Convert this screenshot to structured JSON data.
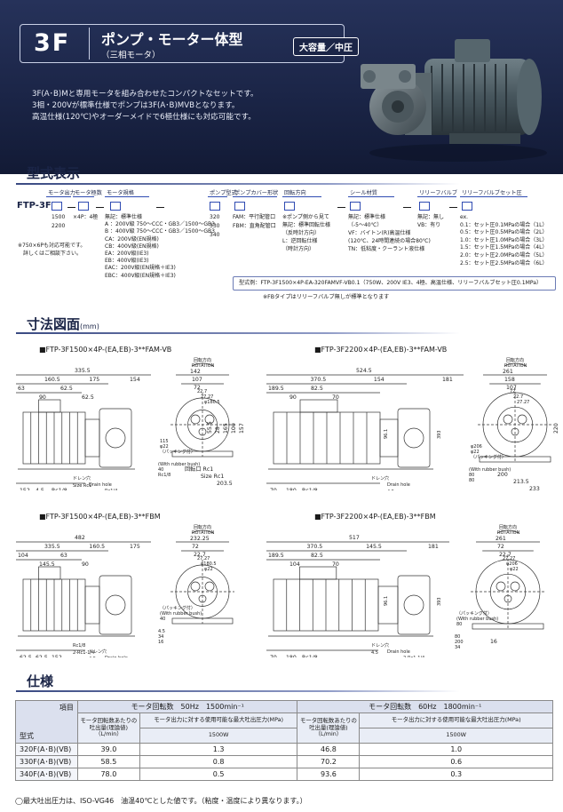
{
  "header": {
    "series": "3F",
    "title": "ポンプ・モーター体型",
    "subtitle": "（三相モータ）",
    "badge": "大容量／中圧",
    "desc1": "3F(A･B)Mと専用モータを組み合わせたコンパクトなセットです。",
    "desc2": "3相・200Vが標準仕様でポンプは3F(A･B)MVBとなります。",
    "desc3": "高温仕様(120℃)やオーダーメイドで6極仕様にも対応可能です。"
  },
  "model": {
    "section_title": "型式表示",
    "prefix": "FTP-3F",
    "labels": [
      "モータ出力",
      "モータ極数",
      "モータ規格",
      "ポンプ型式",
      "ポンプカバー形状",
      "回転方向",
      "シール材質",
      "リリーフバルブ",
      "リリーフバルブセット圧"
    ],
    "output_values": [
      "1500",
      "2200"
    ],
    "poles_value": "×4P：4極",
    "motor_std": [
      "無記：標準仕様",
      "A ：200V級 750〜CCC・GB3／1500〜GB3",
      "B ：400V級 750〜CCC・GB3／1500〜GB3",
      "CA：200V級(EN規格)",
      "CB：400V級(EN規格)",
      "EA：200V級(IE3)",
      "EB：400V級(IE3)",
      "EAC：200V級(EN規格＋IE3)",
      "EBC：400V級(EN規格＋IE3)"
    ],
    "pump_types": [
      "320",
      "330",
      "340"
    ],
    "cover": [
      "FAM：平行配管口",
      "FBM：直角配管口"
    ],
    "rotation": [
      "※ポンプ側から見て",
      "無記：標準回転仕様",
      "（反時計方向）",
      "L：逆回転仕様",
      "（時計方向）"
    ],
    "seal": [
      "無記：標準仕様",
      "（-5〜40℃）",
      "VF：バイトン(R)高温仕様",
      "(120℃、24時間連続の場合80℃)",
      "TN：低粘度・クーラント液仕様"
    ],
    "relief": [
      "無記：無し",
      "VB：有り"
    ],
    "relief_set": [
      "ex.",
      "0.1：セット圧0.1MPaの場合（1L）",
      "0.5：セット圧0.5MPaの場合（2L）",
      "1.0：セット圧1.0MPaの場合（3L）",
      "1.5：セット圧1.5MPaの場合（4L）",
      "2.0：セット圧2.0MPaの場合（5L）",
      "2.5：セット圧2.5MPaの場合（6L）"
    ],
    "note_6p": "※750×6Pも対応可能です。",
    "note_6p2": "　詳しくはご相談下さい。",
    "example": "型式例：FTP-3F1500×4P-EA-320FAMVF-VB0.1（750W、200V IE3、4極、高温仕様、リリーフバルブセット圧0.1MPa）",
    "fb_note": "※FBタイプはリリーフバルブ無しが標準となります"
  },
  "dimensions": {
    "section_title": "寸法図面",
    "unit": "(mm)",
    "drawings": [
      {
        "title": "■FTP-3F1500×4P-(EA,EB)-3**FAM-VB",
        "dims": [
          "335.5",
          "160.5",
          "175",
          "154",
          "63",
          "90",
          "62.5",
          "62.5",
          "152",
          "4.5",
          "Rc1/8",
          "ドレン穴",
          "Drain hole",
          "Rc1/4",
          "Size Rc1"
        ],
        "end": [
          "回転方向",
          "ROTATION",
          "142",
          "107",
          "72",
          "22.7",
          "27.27",
          "φ180.5",
          "115",
          "φ22",
          "（パッキング付）",
          "(With rubber bush)",
          "40",
          "Rc1/8",
          "回転口 Rc1",
          "Size Rc1",
          "203.5",
          "157",
          "100",
          "165",
          "28",
          "55.5"
        ]
      },
      {
        "title": "■FTP-3F2200×4P-(EA,EB)-3**FAM-VB",
        "dims": [
          "524.5",
          "370.5",
          "154",
          "181",
          "189.5",
          "90",
          "82.5",
          "70",
          "70",
          "180",
          "Rc1/8",
          "ドレン穴",
          "Drain hole",
          "393",
          "96.1",
          "4.5"
        ],
        "end": [
          "回転方向",
          "ROTATION",
          "261",
          "158",
          "107",
          "72",
          "22.7",
          "27.27",
          "φ206",
          "φ22",
          "（パッキング付）",
          "(With rubber bush)",
          "80",
          "80",
          "200",
          "213.5",
          "233",
          "220"
        ]
      },
      {
        "title": "■FTP-3F1500×4P-(EA,EB)-3**FBM",
        "dims": [
          "482",
          "335.5",
          "160.5",
          "175",
          "104",
          "145.5",
          "63",
          "90",
          "62.5",
          "62.5",
          "152",
          "Rc1/8",
          "ドレン穴",
          "Drain hole",
          "2-Rc1-1/4",
          "4.5",
          "16"
        ],
        "end": [
          "回転方向",
          "ROTATION",
          "232.25",
          "72",
          "22.7",
          "27.27",
          "φ180.5",
          "φ22",
          "（パッキング付）",
          "(With rubber bush)",
          "40",
          "4.5",
          "34",
          "16"
        ]
      },
      {
        "title": "■FTP-3F2200×4P-(EA,EB)-3**FBM",
        "dims": [
          "517",
          "370.5",
          "145.5",
          "181",
          "189.5",
          "104",
          "82.5",
          "70",
          "70",
          "180",
          "Rc1/8",
          "ドレン穴",
          "Drain hole",
          "2-Rc1-1/4",
          "4.5",
          "393",
          "96.1",
          "16"
        ],
        "end": [
          "回転方向",
          "ROTATION",
          "261",
          "72",
          "22.7",
          "27.27",
          "φ206",
          "φ22",
          "（パッキング付）",
          "(With rubber bush)",
          "80",
          "80",
          "200",
          "34",
          "16"
        ]
      }
    ]
  },
  "spec": {
    "section_title": "仕様",
    "corner_top": "項目",
    "corner_bottom": "型式",
    "hz50": "モータ回転数　50Hz　1500min⁻¹",
    "hz60": "モータ回転数　60Hz　1800min⁻¹",
    "col_flow": "モータ回転数あたりの吐出量(理論値)（L/min）",
    "col_pressure": "モータ出力に対する使用可能な最大吐出圧力(MPa)",
    "power": "1500W",
    "rows": [
      {
        "model": "320F(A･B)(VB)",
        "f50": "39.0",
        "p50": "1.3",
        "f60": "46.8",
        "p60": "1.0"
      },
      {
        "model": "330F(A･B)(VB)",
        "f50": "58.5",
        "p50": "0.8",
        "f60": "70.2",
        "p60": "0.6"
      },
      {
        "model": "340F(A･B)(VB)",
        "f50": "78.0",
        "p50": "0.5",
        "f60": "93.6",
        "p60": "0.3"
      }
    ],
    "note": "◯最大吐出圧力は、ISO-VG46　油温40℃とした値です。（粘度・温度により異なります。）"
  },
  "colors": {
    "navy": "#1b2547",
    "accent": "#2f4bb2",
    "table_header": "#dbe0ee"
  }
}
